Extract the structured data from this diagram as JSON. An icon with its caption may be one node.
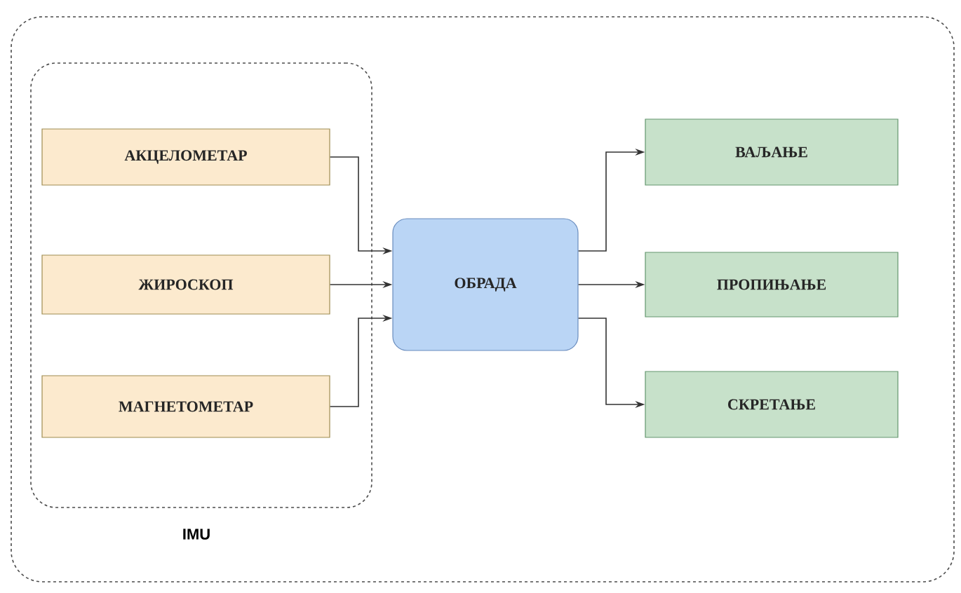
{
  "diagram": {
    "nodes": [
      {
        "text": [],
        "shape": "box"
      },
      {
        "text": [
          "IMU"
        ],
        "in": 0
      },
      {
        "text": [
          "АКЦЕЛОМЕТАР"
        ],
        "in": 1
      },
      {
        "text": [
          "ЖИРОСКОП"
        ],
        "in": 1
      },
      {
        "text": [
          "МАГНЕТОМЕТАР"
        ],
        "in": 1
      },
      {
        "text": [
          "ОБРАДА"
        ],
        "in": 0
      },
      {
        "text": [
          "ВАЉАЊЕ"
        ],
        "in": 0
      },
      {
        "text": [
          "ПРОПИЊАЊЕ"
        ],
        "in": 0
      },
      {
        "text": [
          "СКРЕТАЊЕ"
        ],
        "in": 0
      }
    ],
    "edges": [
      {
        "from": 2,
        "to": 5,
        "arrow": "to"
      },
      {
        "from": 3,
        "to": 5,
        "arrow": "to"
      },
      {
        "from": 4,
        "to": 5,
        "arrow": "to"
      },
      {
        "from": 5,
        "to": 6,
        "arrow": "to"
      },
      {
        "from": 5,
        "to": 7,
        "arrow": "to"
      },
      {
        "from": 5,
        "to": 8,
        "arrow": "to"
      }
    ]
  }
}
